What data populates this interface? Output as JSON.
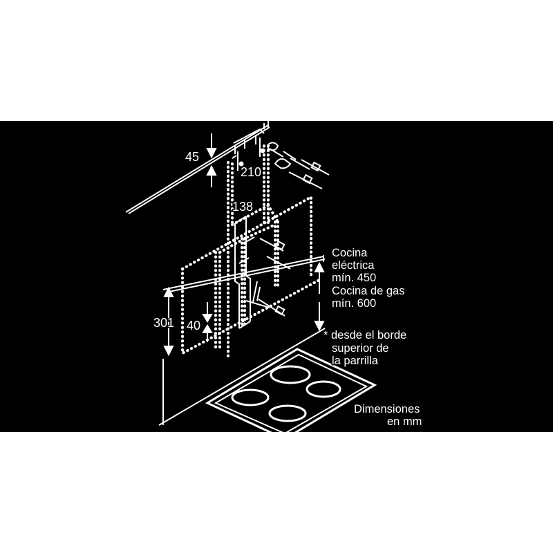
{
  "dimensions": {
    "top_offset": "45",
    "bracket_spacing": "210",
    "inner_spacing": "138",
    "lower_height": "301",
    "lower_offset": "40"
  },
  "clearance_note": {
    "electric_label": "Cocina",
    "electric_label_2": "eléctrica",
    "electric_min": "mín. 450",
    "gas_label": "Cocina de gas",
    "gas_min": "mín. 600"
  },
  "footnote": {
    "line1": "* desde el borde",
    "line2": "superior de",
    "line3": "la parrilla"
  },
  "units_note": {
    "line1": "Dimensiones",
    "line2": "en mm"
  },
  "colors": {
    "background": "#000000",
    "lines": "#ffffff",
    "page": "#ffffff"
  }
}
